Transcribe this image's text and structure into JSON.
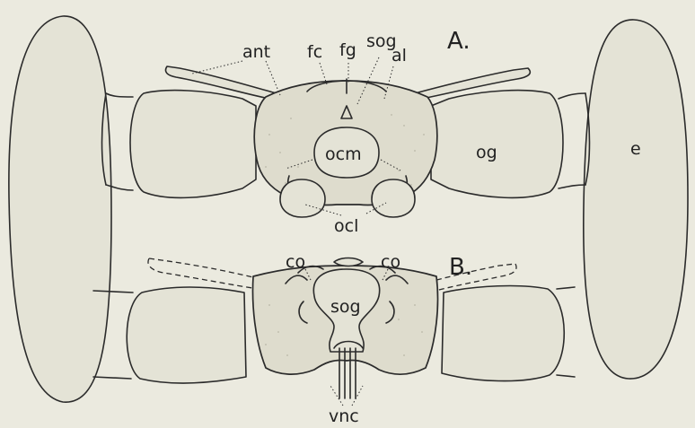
{
  "panels": [
    {
      "id": "A",
      "label": "A."
    },
    {
      "id": "B",
      "label": "B."
    }
  ],
  "labels": {
    "ant": "ant",
    "fc": "fc",
    "fg": "fg",
    "sog_a": "sog",
    "al": "al",
    "ocm": "ocm",
    "og": "og",
    "e": "e",
    "ocl": "ocl",
    "co_left": "co",
    "co_right": "co",
    "sog_b": "sog",
    "vnc": "vnc"
  }
}
